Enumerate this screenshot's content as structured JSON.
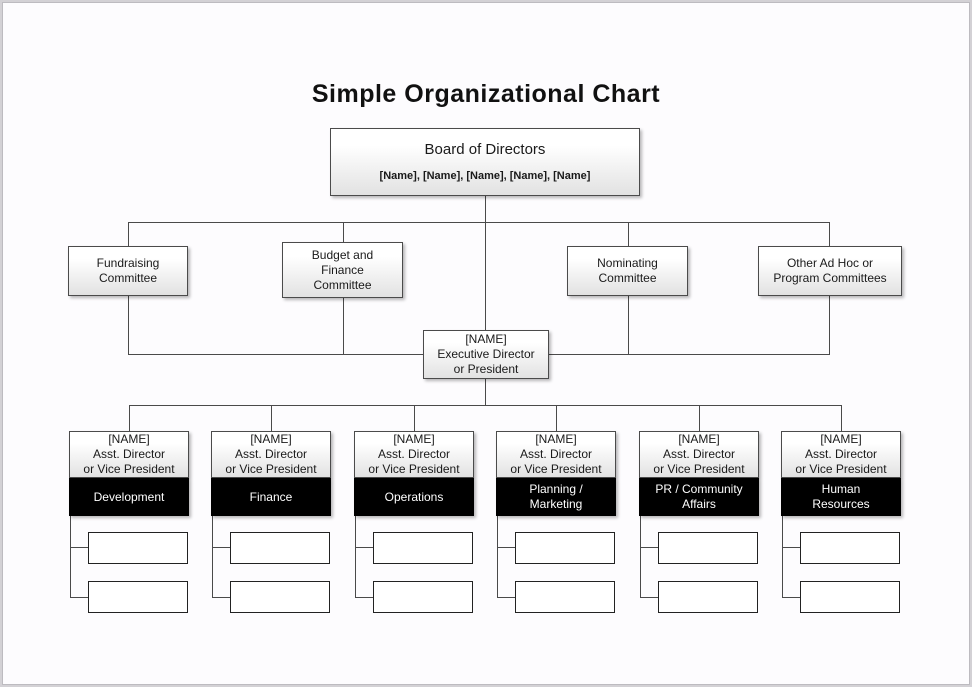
{
  "page": {
    "title": "Simple Organizational Chart"
  },
  "board": {
    "title": "Board of Directors",
    "members": "[Name], [Name], [Name], [Name], [Name]"
  },
  "committees": [
    {
      "id": "fundraising",
      "lines": [
        "Fundraising",
        "Committee"
      ]
    },
    {
      "id": "budget-finance",
      "lines": [
        "Budget and",
        "Finance",
        "Committee"
      ]
    },
    {
      "id": "nominating",
      "lines": [
        "Nominating",
        "Committee"
      ]
    },
    {
      "id": "other-adhoc",
      "lines": [
        "Other Ad Hoc or",
        "Program Committees"
      ]
    }
  ],
  "executive": {
    "lines": [
      "[NAME]",
      "Executive Director",
      "or President"
    ]
  },
  "departments": [
    {
      "id": "development",
      "head_lines": [
        "[NAME]",
        "Asst. Director",
        "or Vice President"
      ],
      "dept_lines": [
        "Development"
      ]
    },
    {
      "id": "finance",
      "head_lines": [
        "[NAME]",
        "Asst. Director",
        "or Vice President"
      ],
      "dept_lines": [
        "Finance"
      ]
    },
    {
      "id": "operations",
      "head_lines": [
        "[NAME]",
        "Asst. Director",
        "or Vice President"
      ],
      "dept_lines": [
        "Operations"
      ]
    },
    {
      "id": "planning-marketing",
      "head_lines": [
        "[NAME]",
        "Asst. Director",
        "or Vice President"
      ],
      "dept_lines": [
        "Planning /",
        "Marketing"
      ]
    },
    {
      "id": "pr-community",
      "head_lines": [
        "[NAME]",
        "Asst. Director",
        "or Vice President"
      ],
      "dept_lines": [
        "PR / Community",
        "Affairs"
      ]
    },
    {
      "id": "human-resources",
      "head_lines": [
        "[NAME]",
        "Asst. Director",
        "or Vice President"
      ],
      "dept_lines": [
        "Human",
        "Resources"
      ]
    }
  ],
  "colors": {
    "line": "#4a4a4a",
    "dept_bar": "#000000",
    "page_bg": "#fdfcfe",
    "frame_bg": "#d3d1d5"
  }
}
